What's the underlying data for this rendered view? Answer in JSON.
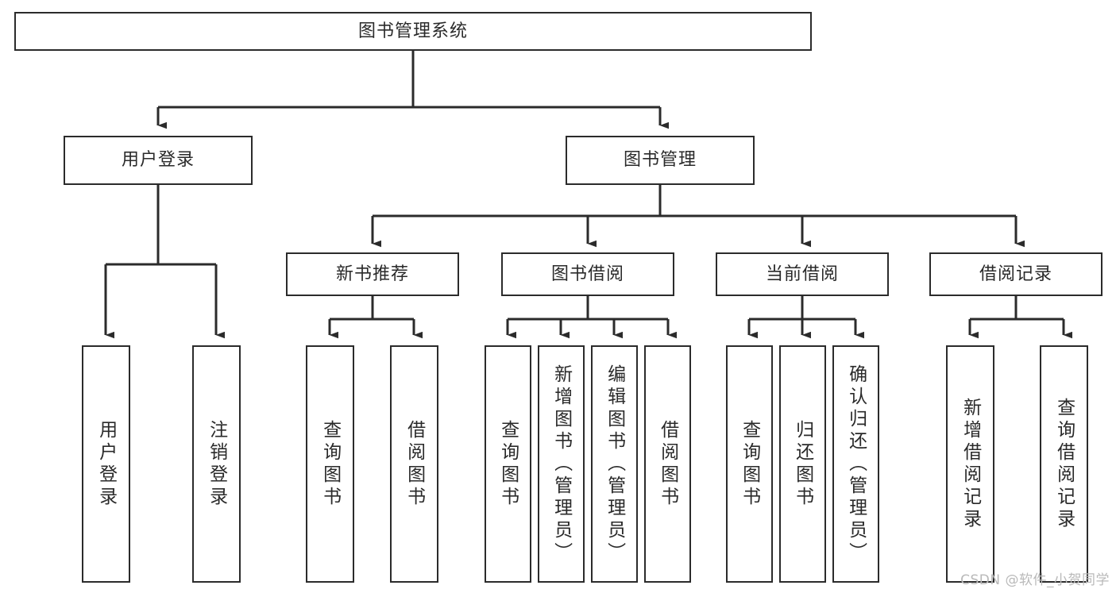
{
  "diagram": {
    "title": "图书管理系统",
    "type": "tree-hierarchy",
    "root": {
      "id": "root",
      "label": "图书管理系统"
    },
    "level2": [
      {
        "id": "user-login",
        "label": "用户登录"
      },
      {
        "id": "book-manage",
        "label": "图书管理"
      }
    ],
    "level3": [
      {
        "id": "new-book-rec",
        "label": "新书推荐",
        "parent": "book-manage"
      },
      {
        "id": "book-borrow",
        "label": "图书借阅",
        "parent": "book-manage"
      },
      {
        "id": "current-borrow",
        "label": "当前借阅",
        "parent": "book-manage"
      },
      {
        "id": "borrow-record",
        "label": "借阅记录",
        "parent": "book-manage"
      }
    ],
    "leaves": [
      {
        "id": "leaf-user-login",
        "label": "用户登录",
        "parent": "user-login"
      },
      {
        "id": "leaf-logout",
        "label": "注销登录",
        "parent": "user-login"
      },
      {
        "id": "leaf-query-book-1",
        "label": "查询图书",
        "parent": "new-book-rec"
      },
      {
        "id": "leaf-borrow-book-1",
        "label": "借阅图书",
        "parent": "new-book-rec"
      },
      {
        "id": "leaf-query-book-2",
        "label": "查询图书",
        "parent": "book-borrow"
      },
      {
        "id": "leaf-add-book",
        "label": "新增图书（管理员）",
        "parent": "book-borrow"
      },
      {
        "id": "leaf-edit-book",
        "label": "编辑图书（管理员）",
        "parent": "book-borrow"
      },
      {
        "id": "leaf-borrow-book-2",
        "label": "借阅图书",
        "parent": "book-borrow"
      },
      {
        "id": "leaf-query-book-3",
        "label": "查询图书",
        "parent": "current-borrow"
      },
      {
        "id": "leaf-return-book",
        "label": "归还图书",
        "parent": "current-borrow"
      },
      {
        "id": "leaf-confirm-return",
        "label": "确认归还（管理员）",
        "parent": "current-borrow"
      },
      {
        "id": "leaf-add-record",
        "label": "新增借阅记录",
        "parent": "borrow-record"
      },
      {
        "id": "leaf-query-record",
        "label": "查询借阅记录",
        "parent": "borrow-record"
      }
    ]
  },
  "watermark": {
    "text": "CSDN @软件_小贺同学"
  },
  "colors": {
    "background": "#ffffff",
    "box_border": "#2b2b2b",
    "box_fill": "#ffffff",
    "text": "#2a2a2a",
    "connector": "#2b2b2b",
    "watermark": "#b9b9b9"
  }
}
